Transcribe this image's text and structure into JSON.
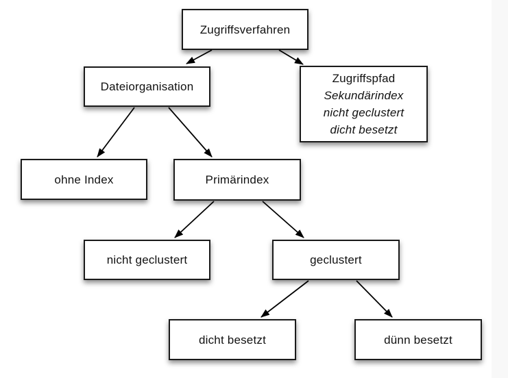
{
  "diagram": {
    "nodes": [
      {
        "id": "zugriffsverfahren",
        "lines": [
          {
            "text": "Zugriffsverfahren",
            "italic": false
          }
        ]
      },
      {
        "id": "dateiorganisation",
        "lines": [
          {
            "text": "Dateiorganisation",
            "italic": false
          }
        ]
      },
      {
        "id": "zugriffspfad",
        "lines": [
          {
            "text": "Zugriffspfad",
            "italic": false
          },
          {
            "text": "Sekundärindex",
            "italic": true
          },
          {
            "text": "nicht geclustert",
            "italic": true
          },
          {
            "text": "dicht besetzt",
            "italic": true
          }
        ]
      },
      {
        "id": "ohne-index",
        "lines": [
          {
            "text": "ohne Index",
            "italic": false
          }
        ]
      },
      {
        "id": "primaerindex",
        "lines": [
          {
            "text": "Primärindex",
            "italic": false
          }
        ]
      },
      {
        "id": "nicht-geclustert",
        "lines": [
          {
            "text": "nicht geclustert",
            "italic": false
          }
        ]
      },
      {
        "id": "geclustert",
        "lines": [
          {
            "text": "geclustert",
            "italic": false
          }
        ]
      },
      {
        "id": "dicht-besetzt",
        "lines": [
          {
            "text": "dicht besetzt",
            "italic": false
          }
        ]
      },
      {
        "id": "duenn-besetzt",
        "lines": [
          {
            "text": "dünn besetzt",
            "italic": false
          }
        ]
      }
    ],
    "edges": [
      {
        "from": "zugriffsverfahren",
        "to": "dateiorganisation"
      },
      {
        "from": "zugriffsverfahren",
        "to": "zugriffspfad"
      },
      {
        "from": "dateiorganisation",
        "to": "ohne-index"
      },
      {
        "from": "dateiorganisation",
        "to": "primaerindex"
      },
      {
        "from": "primaerindex",
        "to": "nicht-geclustert"
      },
      {
        "from": "primaerindex",
        "to": "geclustert"
      },
      {
        "from": "geclustert",
        "to": "dicht-besetzt"
      },
      {
        "from": "geclustert",
        "to": "duenn-besetzt"
      }
    ],
    "colors": {
      "box_fill": "#ffffff",
      "box_border": "#1a1a1a",
      "arrow": "#000000",
      "text": "#111111",
      "edge_band": "#f8f8f8",
      "background": "#ffffff"
    }
  }
}
